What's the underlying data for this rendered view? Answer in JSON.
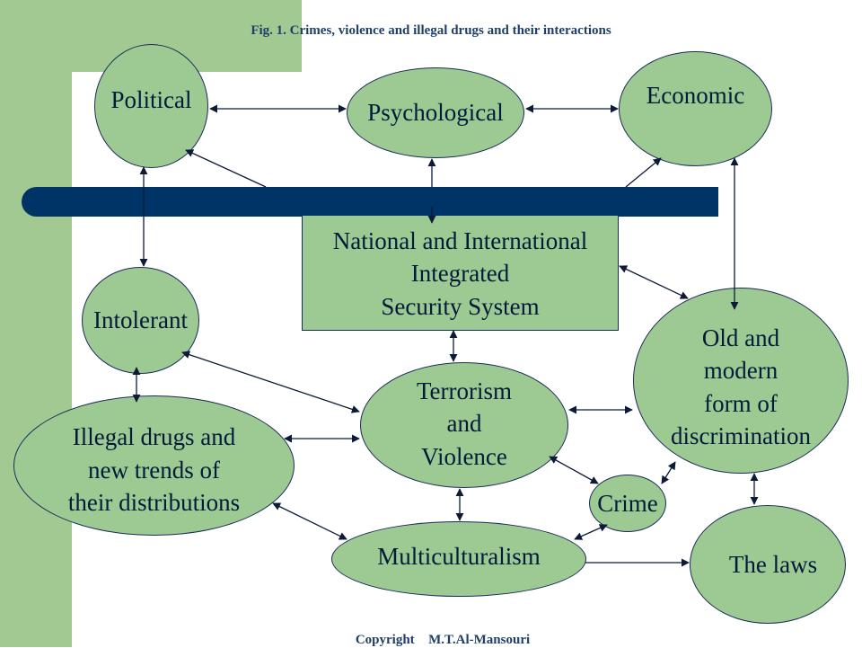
{
  "caption": "Fig. 1. Crimes, violence and illegal drugs and their interactions",
  "footer": "Copyright\u0000 M.T.Al-Mansouri",
  "colors": {
    "background_band": "#a3c993",
    "bar": "#003366",
    "node_fill": "#9dca93",
    "node_border": "#1c2b5a",
    "text": "#001a3a"
  },
  "nodes": {
    "political": "Political",
    "psychological": "Psychological",
    "economic": "Economic",
    "security": "National and International\nIntegrated\nSecurity System",
    "intolerant": "Intolerant",
    "discrimination": "Old and\n modern\nform of\ndiscrimination",
    "terrorism": "Terrorism\nand\n Violence",
    "drugs": "Illegal drugs and\nnew trends of\n their distributions",
    "crime": "Crime",
    "multiculturalism": "Multiculturalism",
    "laws": "The laws"
  }
}
